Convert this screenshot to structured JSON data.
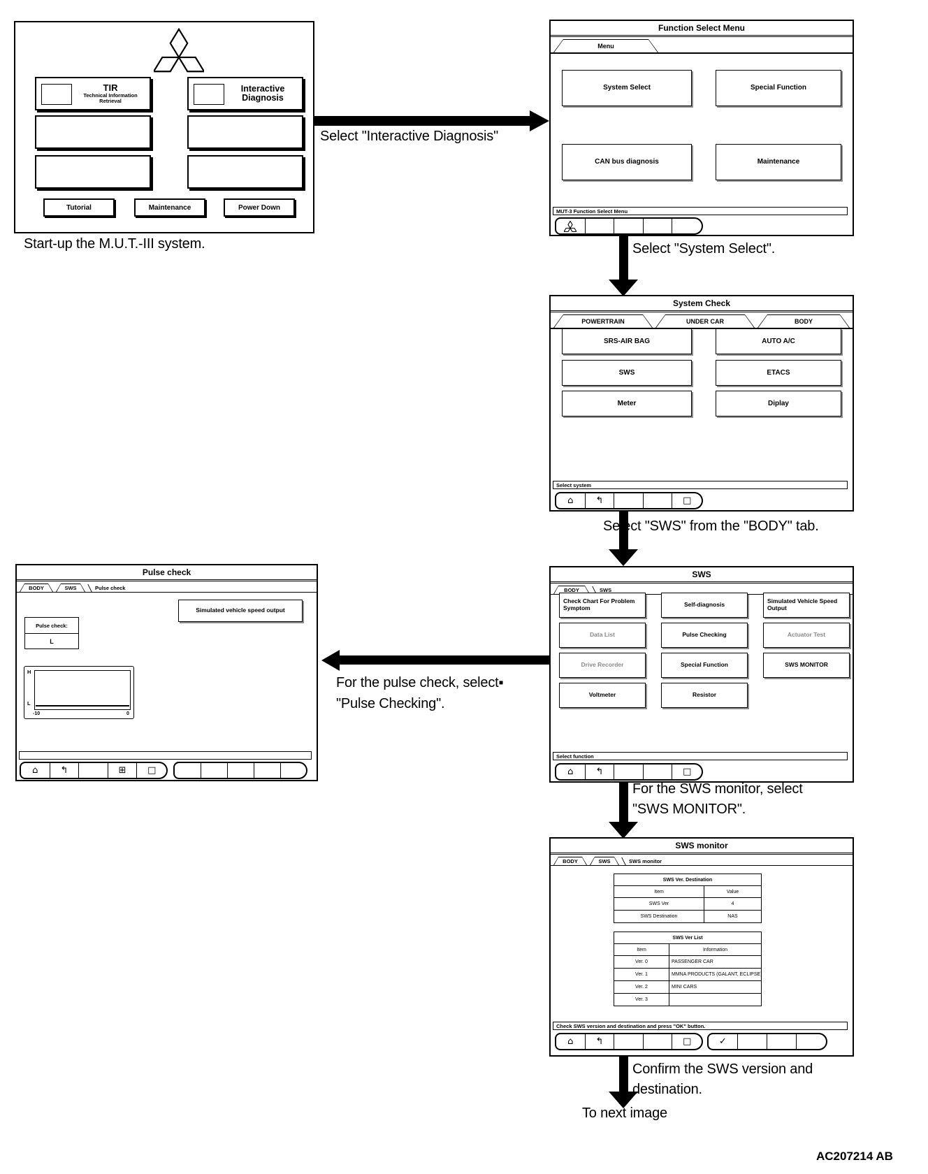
{
  "page": {
    "doc_code": "AC207214 AB"
  },
  "captions": {
    "startup": "Start-up the M.U.T.-III system.",
    "select_interactive": "Select \"Interactive Diagnosis\"",
    "select_system_select": "Select \"System Select\".",
    "select_sws_body": "Select \"SWS\" from the \"BODY\" tab.",
    "pulse_1": "For the pulse check, select▪",
    "pulse_2": "\"Pulse Checking\".",
    "monitor_1": "For the SWS monitor, select",
    "monitor_2": "\"SWS MONITOR\".",
    "confirm_1": "Confirm the SWS version and",
    "confirm_2": "destination.",
    "to_next_image": "To next image"
  },
  "icons": {
    "home": "⌂",
    "back": "↰",
    "window": "□",
    "cube": "⊞",
    "ok": "✓"
  },
  "startup_screen": {
    "tir_title": "TIR",
    "tir_sub1": "Technical Information",
    "tir_sub2": "Retrieval",
    "interactive_1": "Interactive",
    "interactive_2": "Diagnosis",
    "tutorial": "Tutorial",
    "maintenance": "Maintenance",
    "power_down": "Power Down"
  },
  "function_menu": {
    "title": "Function Select Menu",
    "tab": "Menu",
    "btn_system_select": "System Select",
    "btn_special_function": "Special Function",
    "btn_can": "CAN bus diagnosis",
    "btn_maintenance": "Maintenance",
    "status": "MUT-3 Function Select Menu"
  },
  "system_check": {
    "title": "System Check",
    "tab_powertrain": "POWERTRAIN",
    "tab_under_car": "UNDER CAR",
    "tab_body": "BODY",
    "btn_srs": "SRS-AIR BAG",
    "btn_sws": "SWS",
    "btn_meter": "Meter",
    "btn_auto_ac": "AUTO A/C",
    "btn_etacs": "ETACS",
    "btn_display": "Diplay",
    "status": "Select system"
  },
  "sws_menu": {
    "title": "SWS",
    "tab_body": "BODY",
    "tab_sws": "SWS",
    "buttons": [
      "Check Chart For Problem Symptom",
      "Self-diagnosis",
      "Simulated Vehicle Speed Output",
      "Data List",
      "Pulse Checking",
      "Actuator Test",
      "Drive Recorder",
      "Special Function",
      "SWS MONITOR",
      "Voltmeter",
      "Resistor"
    ],
    "status": "Select function"
  },
  "pulse_check": {
    "title": "Pulse check",
    "tab_body": "BODY",
    "tab_sws": "SWS",
    "tab_active": "Pulse check",
    "btn_sim": "Simulated vehicle speed output",
    "pulse_label": "Pulse check:",
    "pulse_value": "L",
    "graph_y_high": "H",
    "graph_y_low": "L",
    "graph_x_min": "-10",
    "graph_x_max": "0"
  },
  "sws_monitor": {
    "title": "SWS monitor",
    "tab_body": "BODY",
    "tab_sws": "SWS",
    "tab_active": "SWS monitor",
    "t1_title": "SWS Ver. Destination",
    "t1_h1": "Item",
    "t1_h2": "Value",
    "t1_rows": [
      [
        "SWS Ver",
        "4"
      ],
      [
        "SWS Destination",
        "NAS"
      ]
    ],
    "t2_title": "SWS Ver List",
    "t2_h1": "Item",
    "t2_h2": "Information",
    "t2_rows": [
      [
        "Ver. 0",
        "PASSENGER CAR"
      ],
      [
        "Ver. 1",
        "MMNA PRODUCTS (GALANT, ECLIPSE)"
      ],
      [
        "Ver. 2",
        "MINI CARS"
      ],
      [
        "Ver. 3",
        ""
      ]
    ],
    "status": "Check SWS version and destination and press \"OK\" button."
  }
}
